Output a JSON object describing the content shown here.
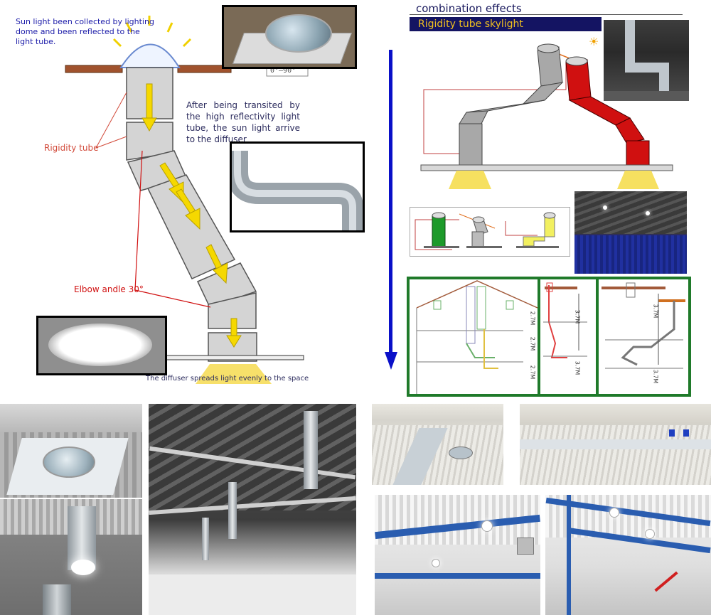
{
  "left_diagram": {
    "dome_caption": "Sun light been collected by lighting dome and been reflected to the light tube.",
    "angle_label": "0°—90°",
    "transit_caption": "After being transited by the high reflectivity light tube, the sun light arrive to the diffuser",
    "rigidity_label": "Rigidity tube",
    "elbow_label": "Elbow andle 30°",
    "diffuser_caption": "The diffuser spreads light evenly to the space"
  },
  "right_panel": {
    "heading": "combination effects",
    "banner": "Rigidity tube skylight",
    "height_labels": [
      "2.7M",
      "2.7M",
      "2.7M",
      "3.7M",
      "3.7M",
      "3.7M",
      "3.7M"
    ]
  },
  "colors": {
    "accent_blue": "#0a10c8",
    "red_tube": "#d01010",
    "grey_tube": "#a8a8a8",
    "banner_bg": "#141462",
    "green_frame": "#1f7a2a",
    "label_red": "#d24a3a"
  },
  "icons": {
    "sun": "sun-icon",
    "flow_arrow": "yellow-arrow-icon",
    "vertical_arrow": "blue-down-arrow-icon"
  }
}
